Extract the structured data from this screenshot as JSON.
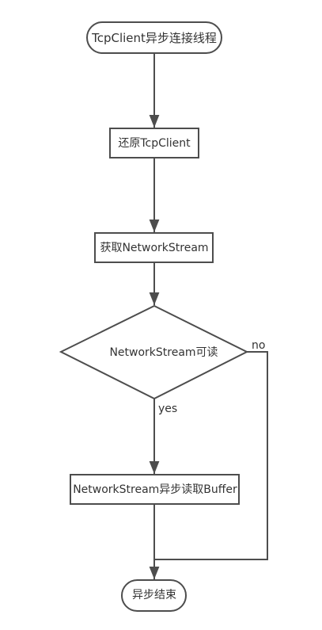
{
  "nodes": {
    "start": "TcpClient异步连接线程",
    "restore": "还原TcpClient",
    "get_stream": "获取NetworkStream",
    "decision": "NetworkStream可读",
    "read": "NetworkStream异步读取Buffer",
    "end": "异步结束"
  },
  "edges": {
    "yes": "yes",
    "no": "no"
  },
  "colors": {
    "stroke": "#4d4d4d",
    "fill": "#ffffff",
    "text": "#333333"
  }
}
